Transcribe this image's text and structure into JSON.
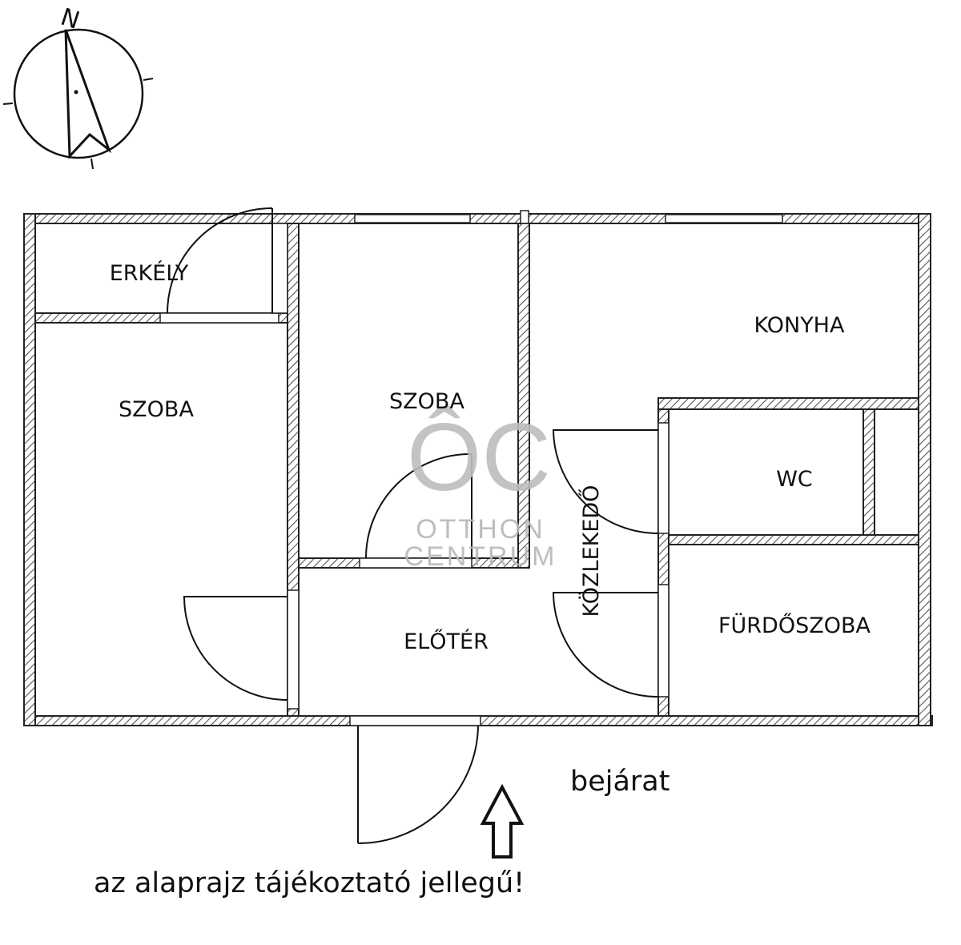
{
  "rooms": {
    "erkely": "ERKÉLY",
    "szoba_left": "SZOBA",
    "szoba_mid": "SZOBA",
    "konyha": "KONYHA",
    "wc": "WC",
    "kozlekedo": "KÖZLEKEDŐ",
    "furdoszoba": "FÜRDŐSZOBA",
    "eloter": "ELŐTÉR"
  },
  "entrance_label": "bejárat",
  "disclaimer": "az alaprajz tájékoztató jellegű!",
  "compass": {
    "north_letter": "N"
  },
  "watermark": {
    "mark": "ÔC",
    "line1": "OTTHON",
    "line2": "CENTRUM"
  }
}
